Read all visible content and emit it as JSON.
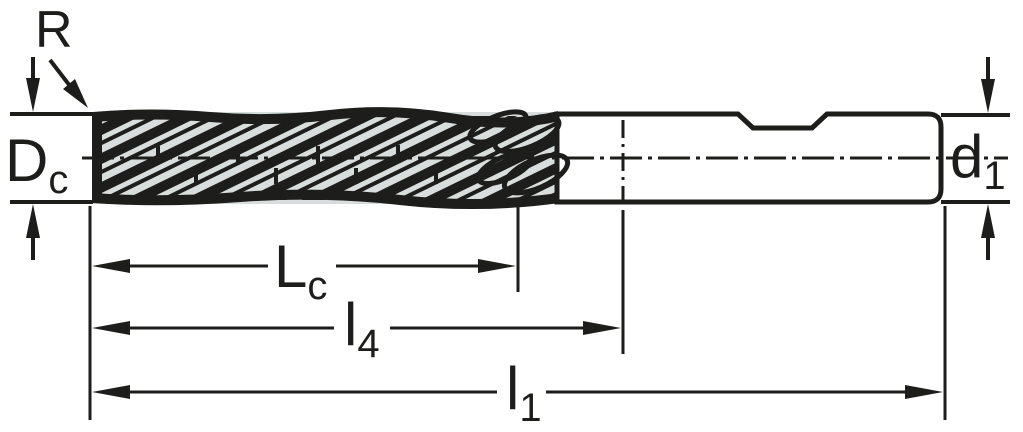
{
  "drawing": {
    "title": "End mill technical dimension drawing",
    "labels": {
      "corner_radius": {
        "main": "R"
      },
      "cutting_diameter": {
        "main": "D",
        "sub": "c"
      },
      "shank_diameter": {
        "main": "d",
        "sub": "1"
      },
      "cutting_edge_length": {
        "main": "L",
        "sub": "c"
      },
      "projection_length": {
        "main": "l",
        "sub": "4"
      },
      "overall_length": {
        "main": "l",
        "sub": "1"
      }
    },
    "colors": {
      "line": "#1d1d1b",
      "body_fill": "#d8dedd",
      "background": "#ffffff"
    }
  }
}
